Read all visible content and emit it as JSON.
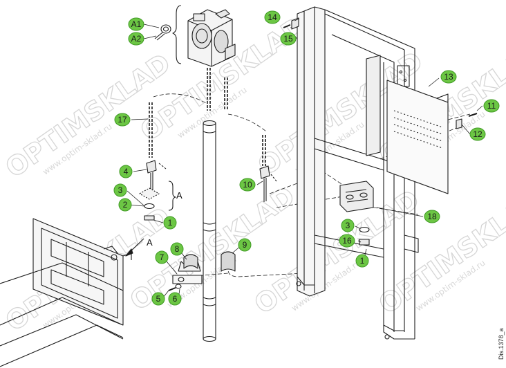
{
  "callouts": [
    {
      "id": "A1",
      "text": "A1"
    },
    {
      "id": "A2",
      "text": "A2"
    },
    {
      "id": "14",
      "text": "14"
    },
    {
      "id": "15",
      "text": "15"
    },
    {
      "id": "13",
      "text": "13"
    },
    {
      "id": "11",
      "text": "11"
    },
    {
      "id": "12",
      "text": "12"
    },
    {
      "id": "17",
      "text": "17"
    },
    {
      "id": "4",
      "text": "4"
    },
    {
      "id": "10",
      "text": "10"
    },
    {
      "id": "3a",
      "text": "3"
    },
    {
      "id": "2",
      "text": "2"
    },
    {
      "id": "1a",
      "text": "1"
    },
    {
      "id": "18",
      "text": "18"
    },
    {
      "id": "3b",
      "text": "3"
    },
    {
      "id": "16",
      "text": "16"
    },
    {
      "id": "1b",
      "text": "1"
    },
    {
      "id": "8",
      "text": "8"
    },
    {
      "id": "9",
      "text": "9"
    },
    {
      "id": "7",
      "text": "7"
    },
    {
      "id": "5",
      "text": "5"
    },
    {
      "id": "6",
      "text": "6"
    }
  ],
  "labels": {
    "detail_a": "A",
    "view_a": "A",
    "figure_ref": "Dis.1378_a"
  },
  "watermark": {
    "brand": "OPTIMSKLAD",
    "url": "www.optim-sklad.ru"
  },
  "colors": {
    "callout_fill": "#6cc644",
    "callout_stroke": "#3f9a24",
    "line": "#1c1c1c",
    "watermark": "#d6d6d6"
  }
}
